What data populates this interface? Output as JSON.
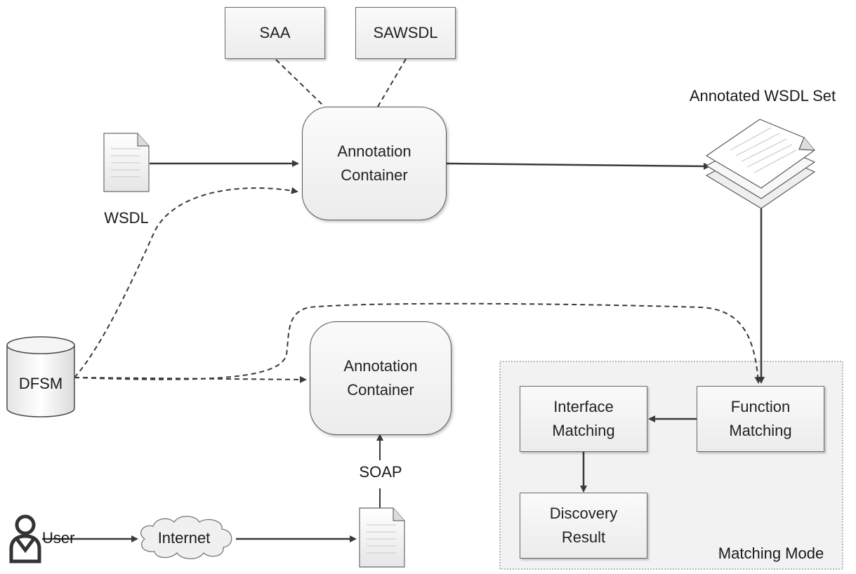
{
  "nodes": {
    "saa": "SAA",
    "sawsdl": "SAWSDL",
    "annotation_container_top": "Annotation\nContainer",
    "annotation_container_bottom": "Annotation\nContainer",
    "wsdl": "WSDL",
    "annotated_wsdl_set": "Annotated WSDL Set",
    "dfsm": "DFSM",
    "soap": "SOAP",
    "user": "User",
    "internet": "Internet",
    "interface_matching": "Interface\nMatching",
    "function_matching": "Function\nMatching",
    "discovery_result": "Discovery\nResult",
    "matching_mode": "Matching Mode"
  },
  "icons": {
    "document": "document-icon",
    "document_stack": "document-stack-icon",
    "database": "database-cylinder-icon",
    "user": "user-icon",
    "cloud": "cloud-icon"
  },
  "colors": {
    "stroke": "#3a3a3a",
    "box_fill": "#efefef",
    "region_fill": "#f2f2f2"
  }
}
